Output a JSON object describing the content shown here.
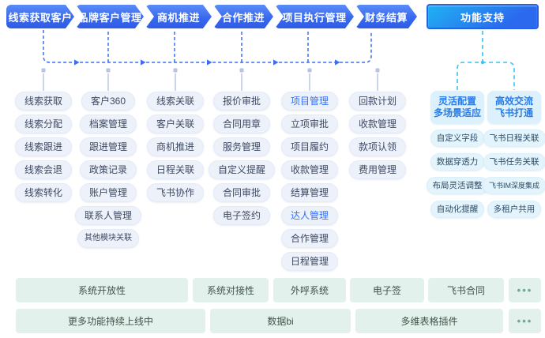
{
  "flow": {
    "steps": [
      "线索获取客户",
      "品牌客户管理",
      "商机推进",
      "合作推进",
      "项目执行管理",
      "财务结算"
    ],
    "support_label": "功能支持"
  },
  "columns": [
    {
      "items": [
        "线索获取",
        "线索分配",
        "线索跟进",
        "线索会退",
        "线索转化"
      ]
    },
    {
      "items": [
        "客户360",
        "档案管理",
        "跟进管理",
        "政策记录",
        "账户管理",
        "联系人管理",
        "其他模块关联"
      ]
    },
    {
      "items": [
        "线索关联",
        "客户关联",
        "商机推进",
        "日程关联",
        "飞书协作"
      ]
    },
    {
      "items": [
        "报价审批",
        "合同用章",
        "服务管理",
        "自定义提醒",
        "合同审批",
        "电子签约"
      ]
    },
    {
      "items": [
        "项目管理",
        "立项审批",
        "项目履约",
        "收款管理",
        "结算管理",
        "达人管理",
        "合作管理",
        "日程管理"
      ]
    },
    {
      "items": [
        "回款计划",
        "收款管理",
        "款项认领",
        "费用管理"
      ]
    }
  ],
  "support_section": {
    "headers": [
      {
        "line1": "灵活配置",
        "line2": "多场景适应"
      },
      {
        "line1": "高效交流",
        "line2": "飞书打通"
      }
    ],
    "columns": [
      {
        "items": [
          "自定义字段",
          "数据穿透力",
          "布局灵活调整",
          "自动化提醒"
        ]
      },
      {
        "items": [
          "飞书日程关联",
          "飞书任务关联",
          "飞书IM深度集成",
          "多租户共用"
        ]
      }
    ]
  },
  "bottom_rows": [
    {
      "items": [
        "系统开放性",
        "系统对接性",
        "外呼系统",
        "电子签",
        "飞书合同",
        "•••"
      ]
    },
    {
      "items": [
        "更多功能持续上线中",
        "数据bi",
        "多维表格插件",
        "•••"
      ]
    }
  ],
  "colors": {
    "flow_blue": "#3767ec",
    "accent_blue": "#3370ff",
    "cyan": "#35c3f5",
    "pill_bg": "#edf1fa",
    "support_bg": "#e3f4fc",
    "green_bg": "#e3f1ec",
    "green_text": "#3f5449",
    "dots_green": "#74a891"
  }
}
